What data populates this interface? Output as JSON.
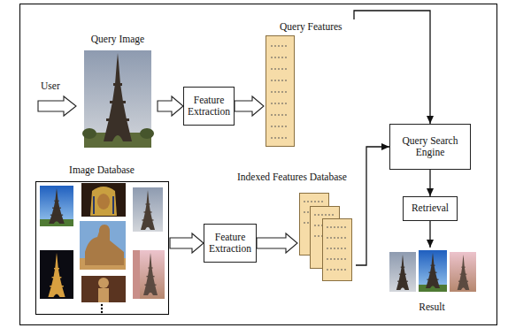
{
  "diagram": {
    "nodes": [
      {
        "text": [
          "Query Image"
        ]
      },
      {
        "text": [
          "Feature Extraction"
        ]
      },
      {
        "text": [
          "Query Features"
        ]
      },
      {
        "text": [
          "Image Database"
        ]
      },
      {
        "text": [
          "Feature Extraction"
        ]
      },
      {
        "text": [
          "Indexed Features Database"
        ]
      },
      {
        "text": [
          "Query Search Engine"
        ]
      },
      {
        "text": [
          "Retrieval"
        ]
      },
      {
        "text": [
          "Result"
        ]
      }
    ],
    "edges": [
      {
        "from": 0,
        "to": 1,
        "arrow": "to"
      },
      {
        "from": 1,
        "to": 2,
        "arrow": "to"
      },
      {
        "from": 3,
        "to": 4,
        "arrow": "to"
      },
      {
        "from": 4,
        "to": 5,
        "arrow": "to"
      },
      {
        "from": 2,
        "to": 6,
        "arrow": "to"
      },
      {
        "from": 5,
        "to": 6,
        "arrow": "to"
      },
      {
        "from": 6,
        "to": 7,
        "arrow": "to"
      },
      {
        "from": 7,
        "to": 8,
        "arrow": "to"
      }
    ],
    "labels": [
      "User"
    ]
  }
}
